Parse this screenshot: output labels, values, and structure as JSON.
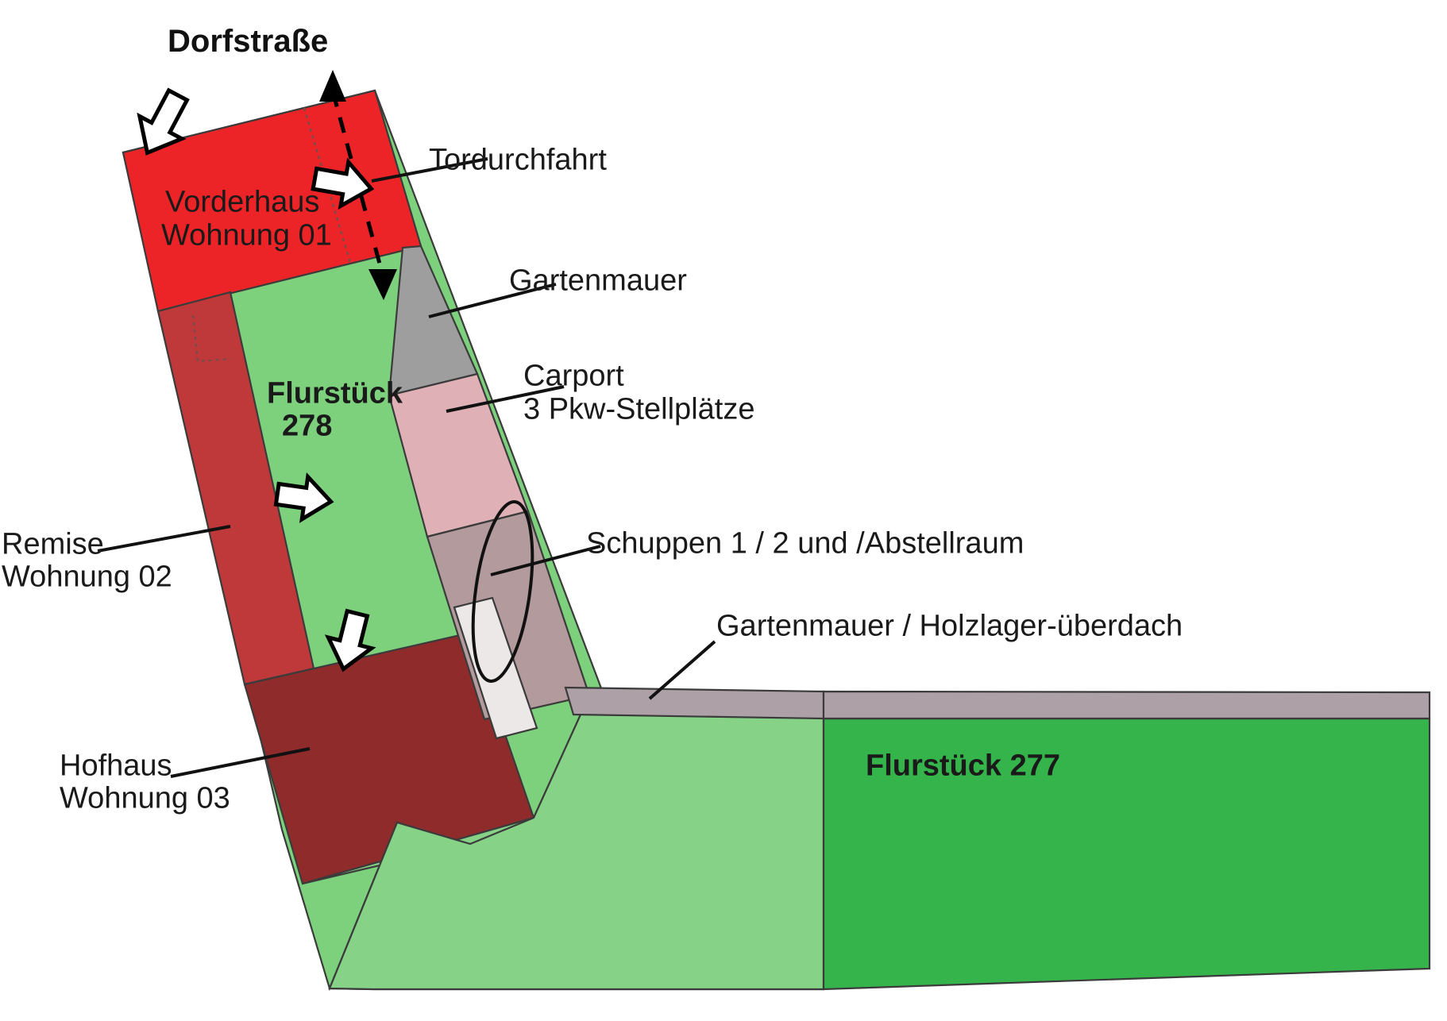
{
  "diagram": {
    "title": "Dorfstraße",
    "kind": "site-plan",
    "background_color": "#ffffff"
  },
  "labels": {
    "street": "Dorfstraße",
    "vorderhaus_line1": "Vorderhaus",
    "vorderhaus_line2": "Wohnung 01",
    "torduchfahrt": "Tordurchfahrt",
    "gartenmauer": "Gartenmauer",
    "carport_line1": "Carport",
    "carport_line2": "3 Pkw-Stellplätze",
    "flurstueck278_line1": "Flurstück",
    "flurstueck278_line2": "278",
    "remise_line1": "Remise",
    "remise_line2": "Wohnung 02",
    "schuppen": "Schuppen 1 / 2 und /Abstellraum",
    "gartenmauer_holzlager": "Gartenmauer / Holzlager-überdach",
    "hofhaus_line1": "Hofhaus",
    "hofhaus_line2": "Wohnung 03",
    "flurstueck277": "Flurstück 277"
  },
  "colors": {
    "vorderhaus_red": "#ec2427",
    "remise_darkred": "#c0393a",
    "hofhaus_brown_red": "#8f2b2b",
    "parcel278_green": "#7dd17d",
    "parcel277_green": "#35b44c",
    "courtyard_green": "#86d387",
    "gartenmauer_grey": "#9e9e9e",
    "wall_mauve": "#ada0a6",
    "carport_pink": "#dfb0b5",
    "schuppen_mauve": "#b39a9d",
    "abstellraum_white": "#ece8e8",
    "outline": "#3b3b3b",
    "text": "#1a1a1a",
    "arrow_fill": "#ffffff",
    "arrow_stroke": "#000000"
  },
  "legend_items": [
    {
      "name": "Vorderhaus Wohnung 01",
      "color": "#ec2427"
    },
    {
      "name": "Remise Wohnung 02",
      "color": "#c0393a"
    },
    {
      "name": "Hofhaus Wohnung 03",
      "color": "#8f2b2b"
    },
    {
      "name": "Flurstück 278",
      "color": "#7dd17d"
    },
    {
      "name": "Flurstück 277",
      "color": "#35b44c"
    },
    {
      "name": "Carport 3 Pkw-Stellplätze",
      "color": "#dfb0b5"
    },
    {
      "name": "Gartenmauer",
      "color": "#9e9e9e"
    },
    {
      "name": "Schuppen 1 / 2 und /Abstellraum",
      "color": "#b39a9d"
    }
  ]
}
